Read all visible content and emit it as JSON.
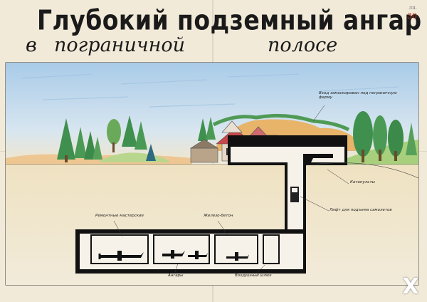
{
  "title": "Глубокий подземный ангар",
  "subtitle": {
    "part1": "в",
    "part2": "пограничной",
    "part3": "полосе"
  },
  "page_number": {
    "small": "лп.",
    "number": "30"
  },
  "labels": {
    "farm_building": "Вход замаскирован под пограничную ферму",
    "catapults": "Катапульты",
    "aircraft_lift": "Лифт для подъема самолетов",
    "repair_workshops": "Ремонтные мастерские",
    "reinforced_concrete": "Железо-бетон",
    "hangars": "Ангары",
    "air_lock": "Воздушный шлюз"
  },
  "watermark": "X",
  "colors": {
    "paper": "#f1ead9",
    "sky": "#bcd7ee",
    "earth": "#f0e6cc",
    "tunnel_outline": "#111111",
    "tree_green": "#3f8f4e",
    "sand_orange": "#e7b46a",
    "roof_red": "#c9474a",
    "stamp_red": "#c23b22"
  },
  "icons": [
    "conifer-tree-icon",
    "deciduous-tree-icon",
    "farm-house-icon",
    "aircraft-icon",
    "catapult-icon",
    "lift-icon"
  ]
}
